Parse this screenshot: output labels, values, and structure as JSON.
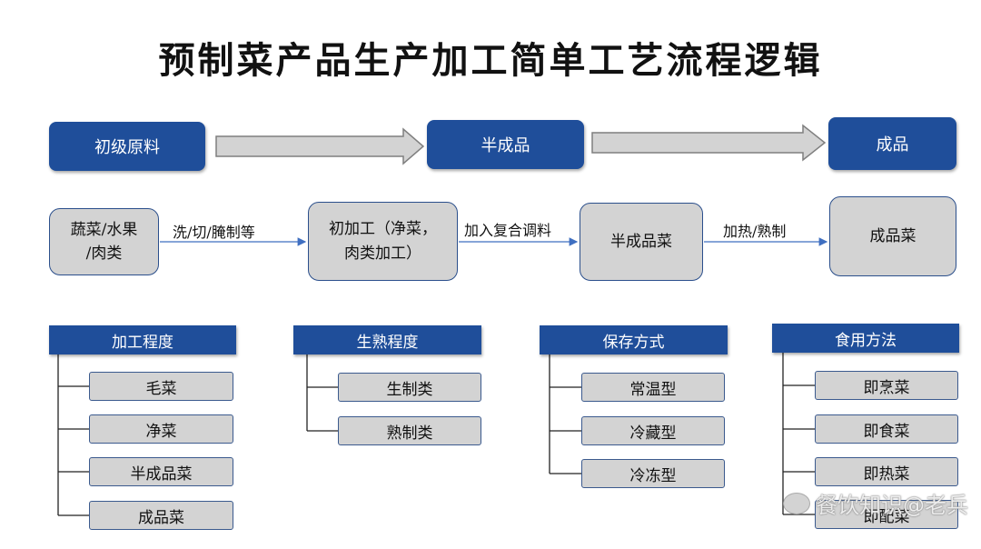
{
  "title": "预制菜产品生产加工简单工艺流程逻辑",
  "stages": [
    "初级原料",
    "半成品",
    "成品"
  ],
  "process": {
    "nodes": [
      "蔬菜/水果/肉类",
      "初加工（净菜，肉类加工）",
      "半成品菜",
      "成品菜"
    ],
    "node_lines": {
      "n1": [
        "蔬菜/水果",
        "/肉类"
      ],
      "n2": [
        "初加工（净菜，",
        "肉类加工）"
      ]
    },
    "edges": [
      "洗/切/腌制等",
      "加入复合调料",
      "加热/熟制"
    ]
  },
  "categories": [
    {
      "header": "加工程度",
      "items": [
        "毛菜",
        "净菜",
        "半成品菜",
        "成品菜"
      ]
    },
    {
      "header": "生熟程度",
      "items": [
        "生制类",
        "熟制类"
      ]
    },
    {
      "header": "保存方式",
      "items": [
        "常温型",
        "冷藏型",
        "冷冻型"
      ]
    },
    {
      "header": "食用方法",
      "items": [
        "即烹菜",
        "即食菜",
        "即热菜",
        "即配菜"
      ]
    }
  ],
  "watermark": "餐饮知识@老兵",
  "colors": {
    "accent": "#1f4e9a",
    "box_fill": "#d3d3d3",
    "box_border": "#2b4f8c"
  }
}
